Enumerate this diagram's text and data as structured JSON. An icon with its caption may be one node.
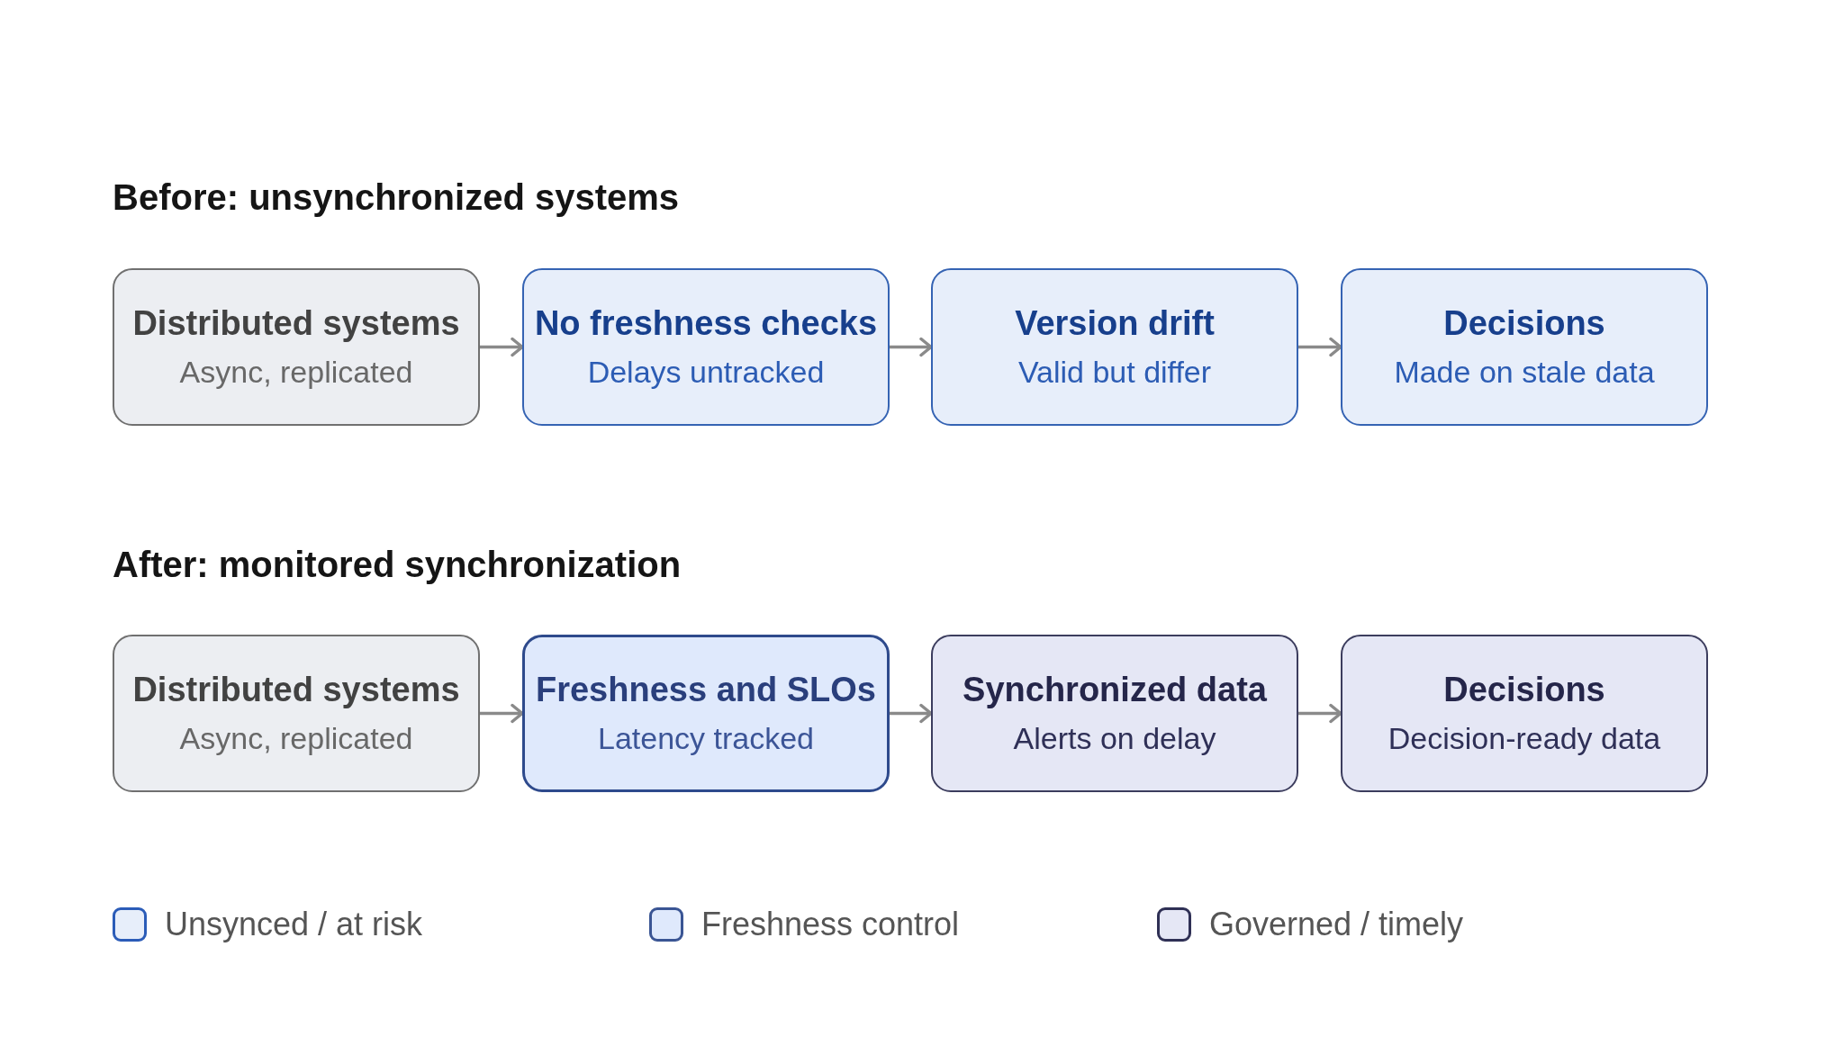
{
  "diagram": {
    "nodes": [
      {
        "text": [
          "Distributed systems",
          "Async, replicated"
        ]
      },
      {
        "text": [
          "No freshness checks",
          "Delays untracked"
        ]
      },
      {
        "text": [
          "Version drift",
          "Valid but differ"
        ]
      },
      {
        "text": [
          "Decisions",
          "Made on stale data"
        ]
      },
      {
        "text": [
          "Distributed systems",
          "Async, replicated"
        ]
      },
      {
        "text": [
          "Freshness and SLOs",
          "Latency tracked"
        ]
      },
      {
        "text": [
          "Synchronized data",
          "Alerts on delay"
        ]
      },
      {
        "text": [
          "Decisions",
          "Decision-ready data"
        ]
      }
    ],
    "edges": [
      {
        "from": 0,
        "to": 1,
        "arrow": "to"
      },
      {
        "from": 1,
        "to": 2,
        "arrow": "to"
      },
      {
        "from": 2,
        "to": 3,
        "arrow": "to"
      },
      {
        "from": 4,
        "to": 5,
        "arrow": "to"
      },
      {
        "from": 5,
        "to": 6,
        "arrow": "to"
      },
      {
        "from": 6,
        "to": 7,
        "arrow": "to"
      }
    ],
    "labels": [
      "Before: unsynchronized systems",
      "After: monitored synchronization"
    ],
    "legend": [
      {
        "text": "Unsynced / at risk",
        "color": "#e7eefa"
      },
      {
        "text": "Freshness control",
        "color": "#dfe9fc"
      },
      {
        "text": "Governed / timely",
        "color": "#e5e7f5"
      }
    ]
  }
}
